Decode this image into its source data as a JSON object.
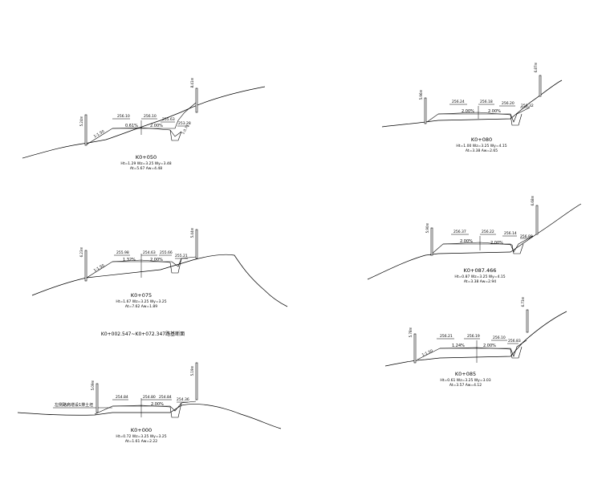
{
  "colors": {
    "ink": "#000000",
    "paper": "#ffffff"
  },
  "sections": [
    {
      "id": "k0-050",
      "station": "K0+050",
      "params1": "Ht=1.29 Wz=3.25 Wy=3.48",
      "params2": "At=5.67 Aw=4.48",
      "post_left": "5.24m",
      "post_right": "8.41m",
      "slope_left": "1:1.50",
      "slope_right": "1:0.75",
      "elev_1": "256.10",
      "elev_2": "256.10",
      "elev_3": "255.63",
      "elev_4": "253.28",
      "grade_1": "0.61%",
      "grade_2": "2.00%",
      "note": ""
    },
    {
      "id": "k0-075",
      "station": "K0+075",
      "params1": "Ht=1.67 Wz=3.25 Wy=3.25",
      "params2": "At=7.62 Aw=1.89",
      "post_left": "6.23m",
      "post_right": "5.44m",
      "slope_left": "1:1.50",
      "slope_right": "",
      "elev_1": "255.98",
      "elev_2": "254.63",
      "elev_3": "255.66",
      "elev_4": "255.21",
      "grade_1": "1.32%",
      "grade_2": "2.00%",
      "note": ""
    },
    {
      "id": "k0-000",
      "station": "K0+000",
      "params1": "Ht=0.72 Wz=3.25 Wy=3.25",
      "params2": "At=1.61 Aw=2.22",
      "post_left": "5.09m",
      "post_right": "5.19m",
      "slope_left": "",
      "slope_right": "",
      "elev_1": "254.84",
      "elev_2": "254.80",
      "elev_3": "254.84",
      "elev_4": "254.36",
      "grade_1": "",
      "grade_2": "2.00%",
      "note": "左侧路肩增设1排土坯"
    },
    {
      "id": "k0-080",
      "station": "K0+080",
      "params1": "Ht=1.00 Wz=3.25 Wy=4.15",
      "params2": "At=3.38 Aw=2.65",
      "post_left": "5.96m",
      "post_right": "6.87m",
      "slope_left": "",
      "slope_right": "",
      "elev_1": "256.24",
      "elev_2": "256.18",
      "elev_3": "256.20",
      "elev_4": "256.32",
      "grade_1": "2.00%",
      "grade_2": "2.00%",
      "note": ""
    },
    {
      "id": "k0-087",
      "station": "K0+087.466",
      "params1": "Ht=0.87 Wz=3.25 Wy=4.15",
      "params2": "At=3.38 Aw=2.94",
      "post_left": "5.90m",
      "post_right": "6.68m",
      "slope_left": "",
      "slope_right": "",
      "elev_1": "256.37",
      "elev_2": "256.22",
      "elev_3": "256.14",
      "elev_4": "256.88",
      "grade_1": "2.00%",
      "grade_2": "2.00%",
      "note": ""
    },
    {
      "id": "k0-085",
      "station": "K0+085",
      "params1": "Ht=0.61 Wz=3.25 Wy=3.03",
      "params2": "At=3.57 Aw=4.12",
      "post_left": "5.78m",
      "post_right": "6.73m",
      "slope_left": "1:1.50",
      "slope_right": "",
      "elev_1": "256.21",
      "elev_2": "256.19",
      "elev_3": "256.10",
      "elev_4": "256.83",
      "grade_1": "1.24%",
      "grade_2": "2.00%",
      "note": ""
    }
  ],
  "range_caption": "K0+002.547~K0+072.347路基断面"
}
